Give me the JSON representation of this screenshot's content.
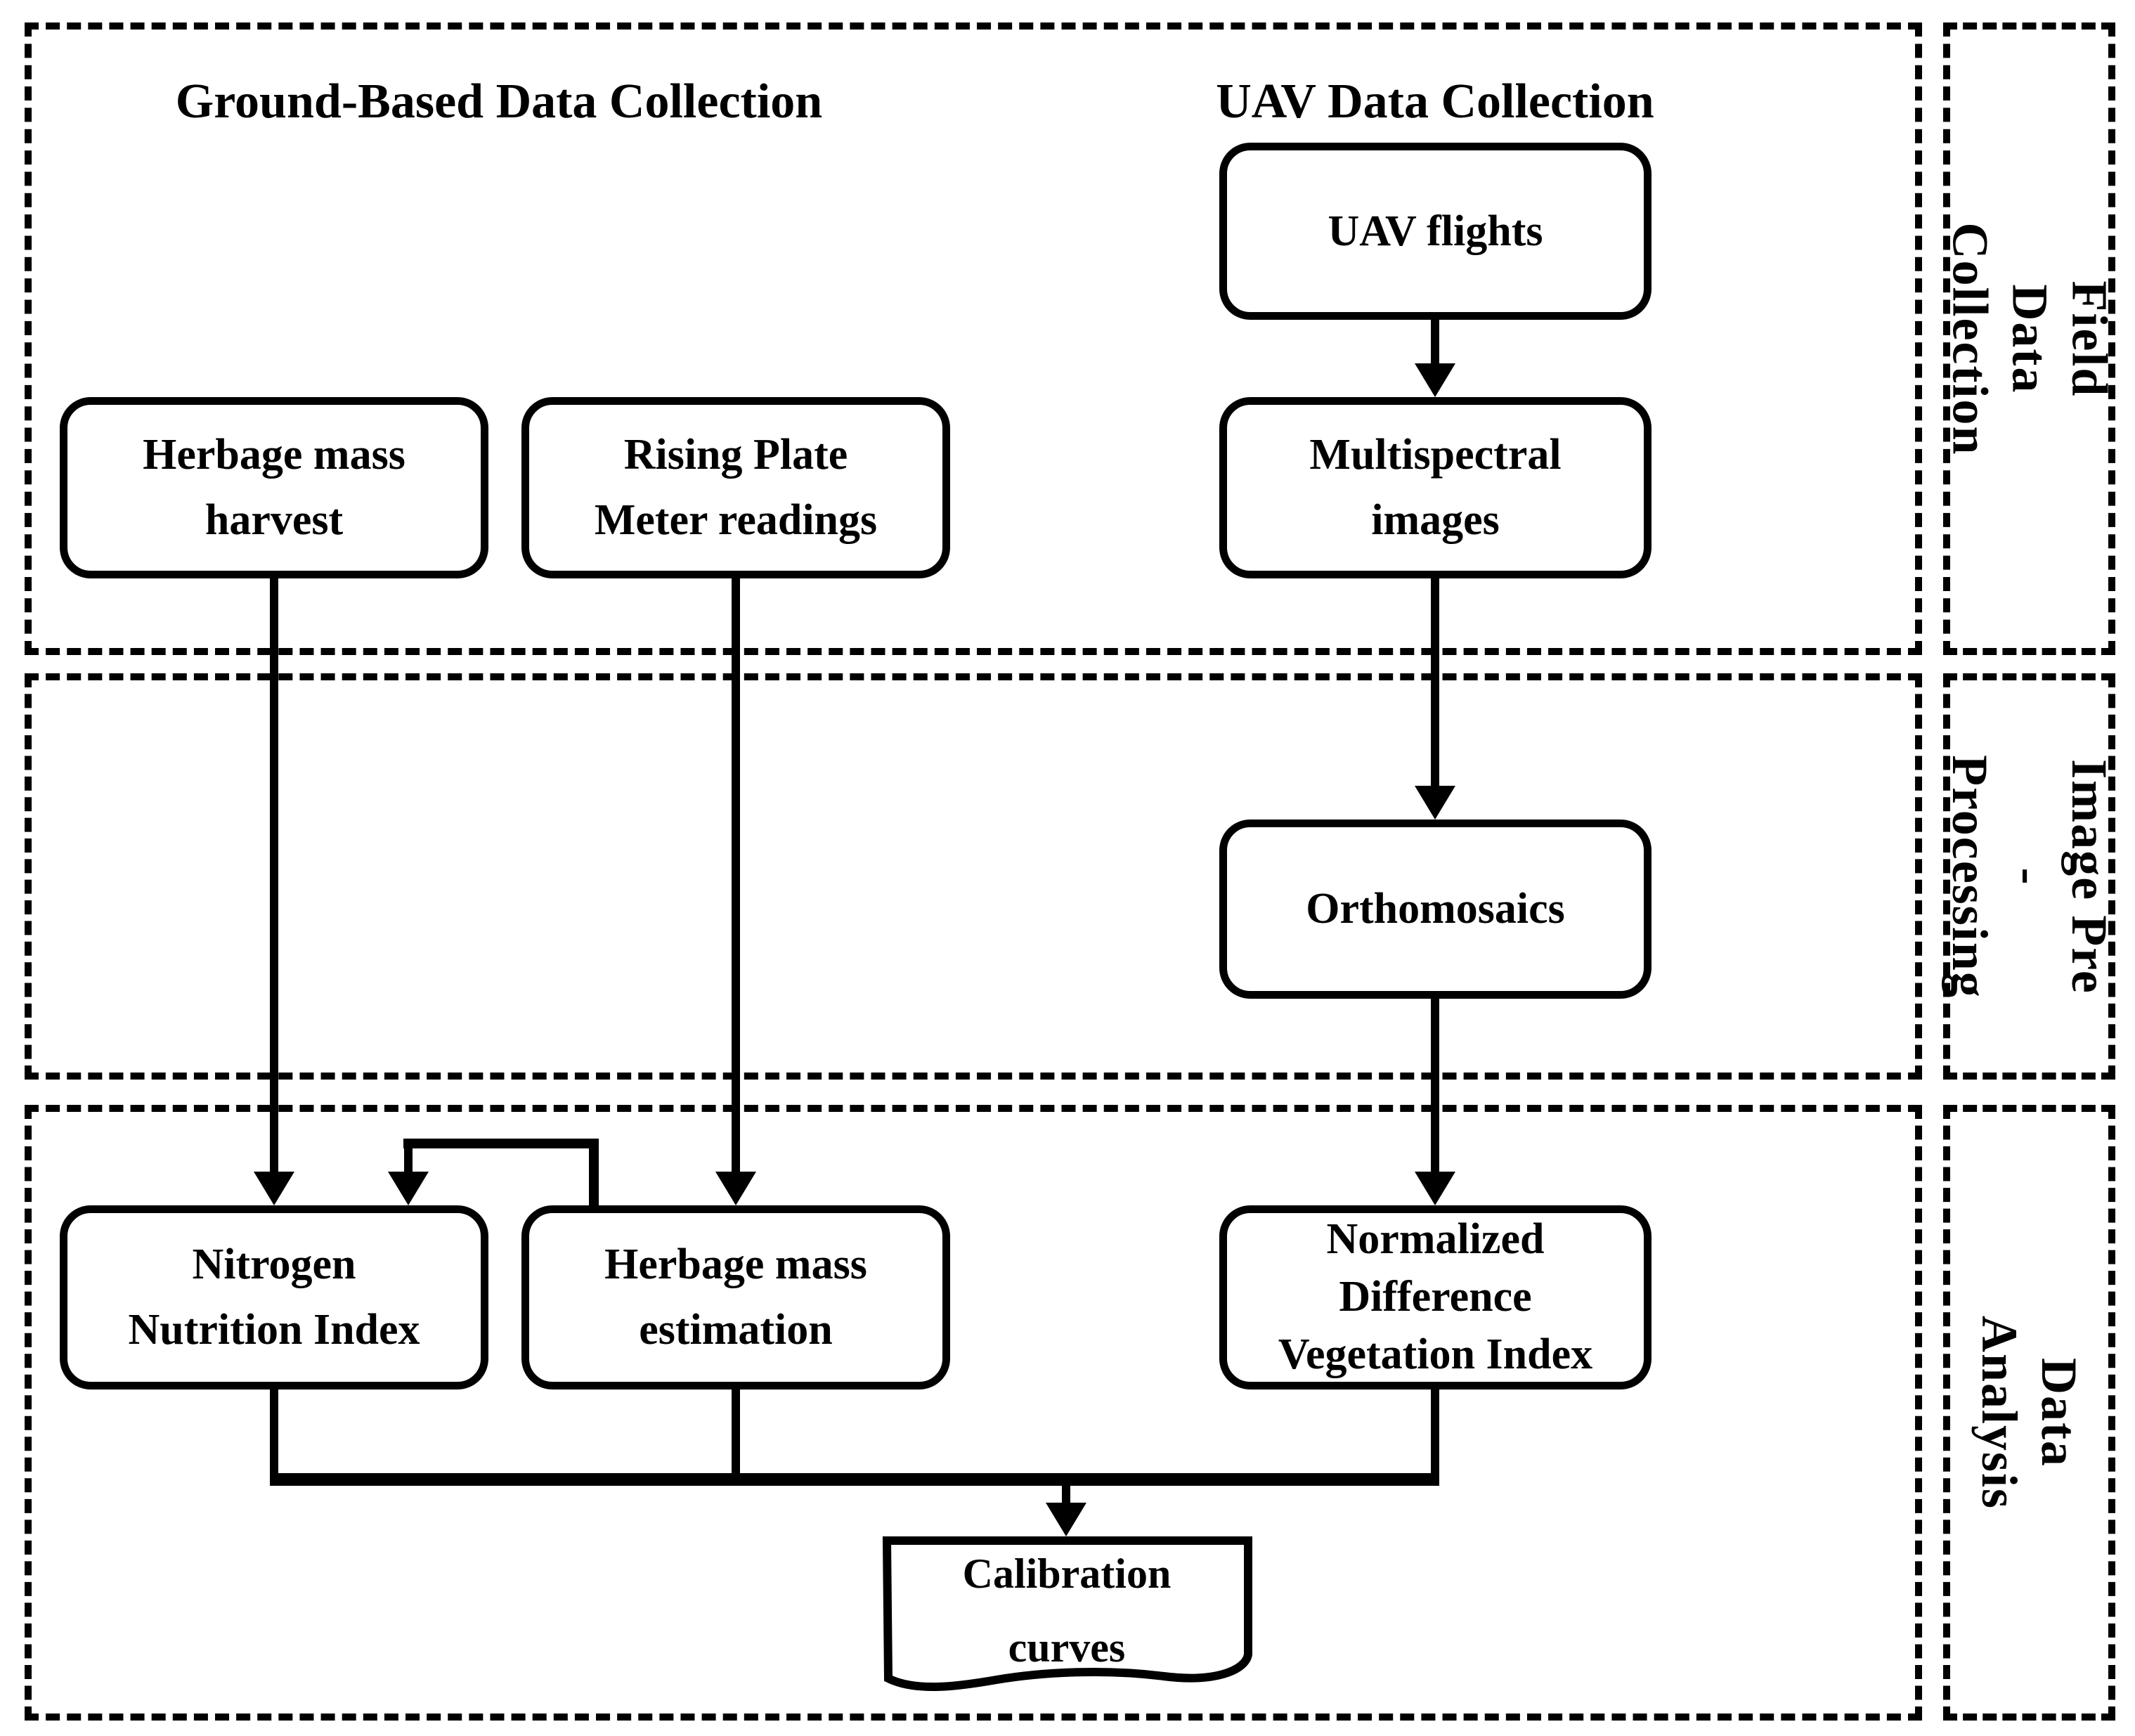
{
  "title": "UAV pasture monitoring workflow diagram",
  "colors": {
    "ink": "#000000",
    "background": "#ffffff"
  },
  "headers": {
    "ground": "Ground-Based Data Collection",
    "uav": "UAV Data Collection"
  },
  "sections": {
    "field": {
      "label": "Field Data Collection"
    },
    "preprocessing": {
      "label": "Image Pre -\nProcessing"
    },
    "analysis": {
      "label": "Data Analysis"
    }
  },
  "nodes": {
    "uav_flights": {
      "label": "UAV flights"
    },
    "multispectral": {
      "label": "Multispectral\nimages"
    },
    "herbage_harvest": {
      "label": "Herbage mass\nharvest"
    },
    "rpm": {
      "label": "Rising Plate\nMeter readings"
    },
    "orthomosaics": {
      "label": "Orthomosaics"
    },
    "nni": {
      "label": "Nitrogen\nNutrition Index"
    },
    "hme": {
      "label": "Herbage mass\nestimation"
    },
    "ndvi": {
      "label": "Normalized\nDifference\nVegetation Index"
    },
    "calibration": {
      "label": "Calibration\ncurves"
    }
  },
  "edges": [
    {
      "from": "UAV flights",
      "to": "Multispectral images"
    },
    {
      "from": "Multispectral images",
      "to": "Orthomosaics"
    },
    {
      "from": "Orthomosaics",
      "to": "Normalized Difference Vegetation Index"
    },
    {
      "from": "Herbage mass harvest",
      "to": "Nitrogen Nutrition Index"
    },
    {
      "from": "Rising Plate Meter readings",
      "to": "Herbage mass estimation"
    },
    {
      "from": "Herbage mass estimation",
      "to": "Nitrogen Nutrition Index"
    },
    {
      "from": "Nitrogen Nutrition Index",
      "to": "Calibration curves"
    },
    {
      "from": "Herbage mass estimation",
      "to": "Calibration curves"
    },
    {
      "from": "Normalized Difference Vegetation Index",
      "to": "Calibration curves"
    }
  ]
}
